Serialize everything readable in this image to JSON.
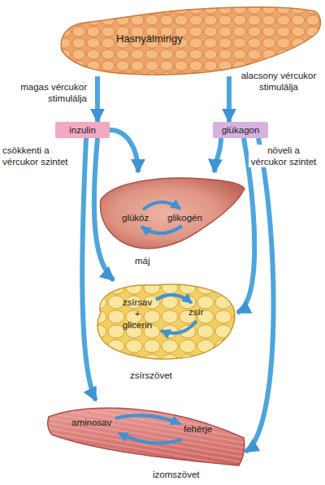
{
  "diagram": {
    "nodes": [
      {
        "text": [
          "Hasnyálmirigy"
        ]
      },
      {
        "text": [
          "inzulin"
        ]
      },
      {
        "text": [
          "glükagon"
        ]
      },
      {
        "text": [
          "glükóz",
          "glikogén",
          "máj"
        ]
      },
      {
        "text": [
          "zsírsav + glicerin",
          "zsír",
          "zsírszövet"
        ]
      },
      {
        "text": [
          "aminosav",
          "fehérje",
          "izomszövet"
        ]
      }
    ],
    "edges": [
      {
        "from": 0,
        "to": 1,
        "arrow": "to",
        "label": "magas vércukor stimulálja"
      },
      {
        "from": 0,
        "to": 2,
        "arrow": "to",
        "label": "alacsony vércukor stimulálja"
      },
      {
        "from": 1,
        "to": 3,
        "arrow": "to",
        "label": "csökkenti a vércukor szintet"
      },
      {
        "from": 1,
        "to": 4,
        "arrow": "to"
      },
      {
        "from": 1,
        "to": 5,
        "arrow": "to"
      },
      {
        "from": 2,
        "to": 3,
        "arrow": "to",
        "label": "növeli a vércukor szintet"
      },
      {
        "from": 2,
        "to": 4,
        "arrow": "to"
      },
      {
        "from": 2,
        "to": 5,
        "arrow": "to"
      }
    ]
  }
}
